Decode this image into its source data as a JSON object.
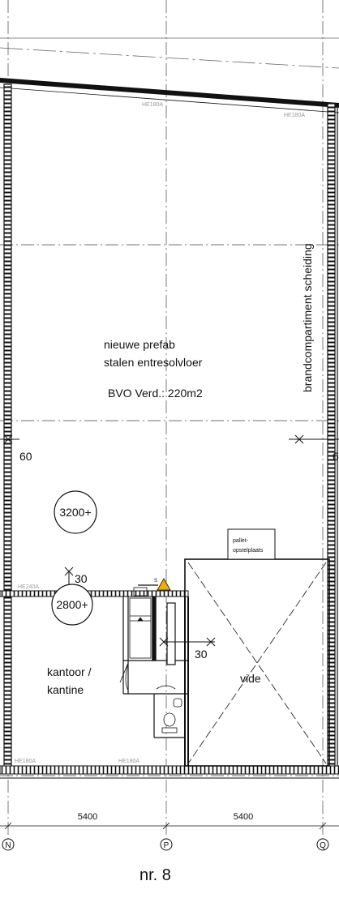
{
  "room_main": {
    "line1": "nieuwe prefab",
    "line2": "stalen entresolvloer",
    "area": "BVO Verd.: 220m2"
  },
  "fire_wall_label": "brandcompartiment scheiding",
  "office_label": {
    "line1": "kantoor /",
    "line2": "kantine"
  },
  "void_label": "vide",
  "pallet_label": {
    "line1": "pallet-",
    "line2": "opstelplaats"
  },
  "beam_tags": {
    "top_left": "HE180A",
    "top_right": "HE180A",
    "mid_left": "HE240A",
    "bottom_left": "HE180A",
    "bottom_mid": "HE180A"
  },
  "height_markers": {
    "h60_left": "60",
    "h60_right": "6",
    "h30_top": "30",
    "h30_shaft": "30"
  },
  "load_circles": {
    "upper": "3200+",
    "lower": "2800+"
  },
  "stair_mark": "S",
  "dimensions": {
    "span_left": "5400",
    "span_right": "5400"
  },
  "grid_axes": {
    "left": "N",
    "middle": "P",
    "right": "Q"
  },
  "drawing_title": "nr. 8"
}
